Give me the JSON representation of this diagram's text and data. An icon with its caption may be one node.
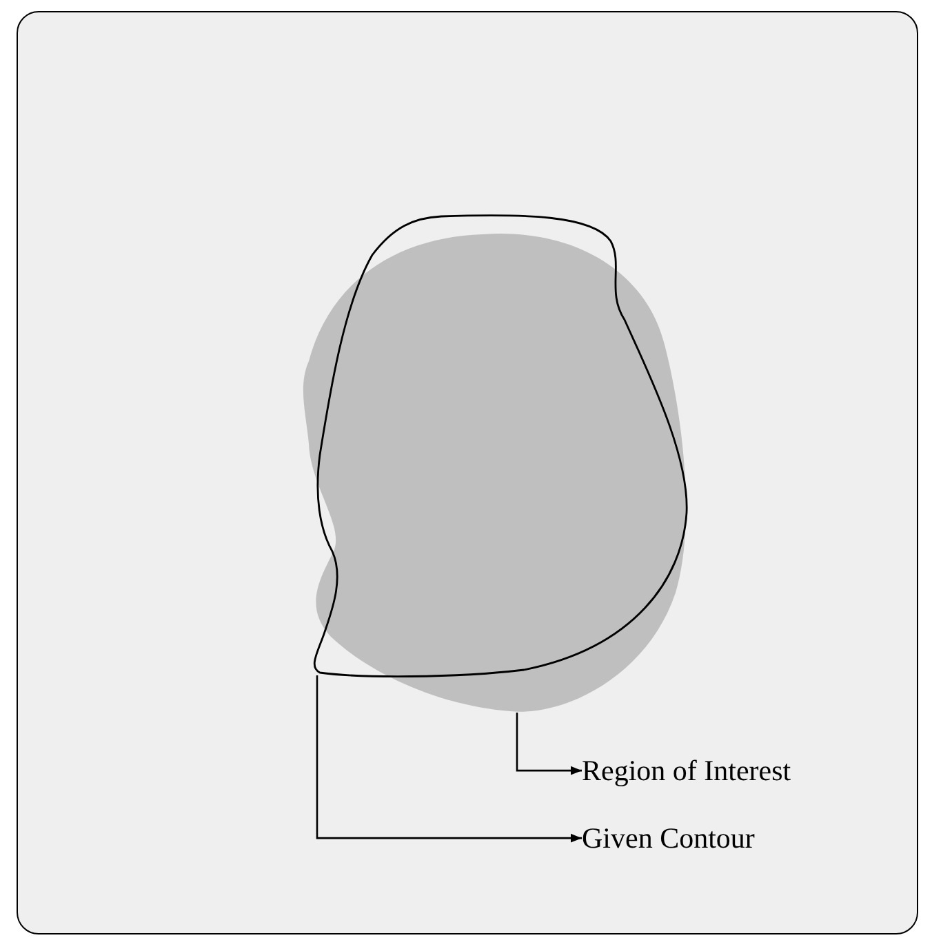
{
  "diagram": {
    "nodes": [
      {
        "text": [],
        "shape": "blob"
      },
      {
        "text": [],
        "shape": "outline"
      },
      {
        "text": [
          "Region of Interest"
        ]
      },
      {
        "text": [
          "Given Contour"
        ]
      }
    ],
    "edges": [
      {
        "from": 0,
        "to": 2,
        "arrow": "to"
      },
      {
        "from": 1,
        "to": 3,
        "arrow": "to"
      }
    ]
  }
}
